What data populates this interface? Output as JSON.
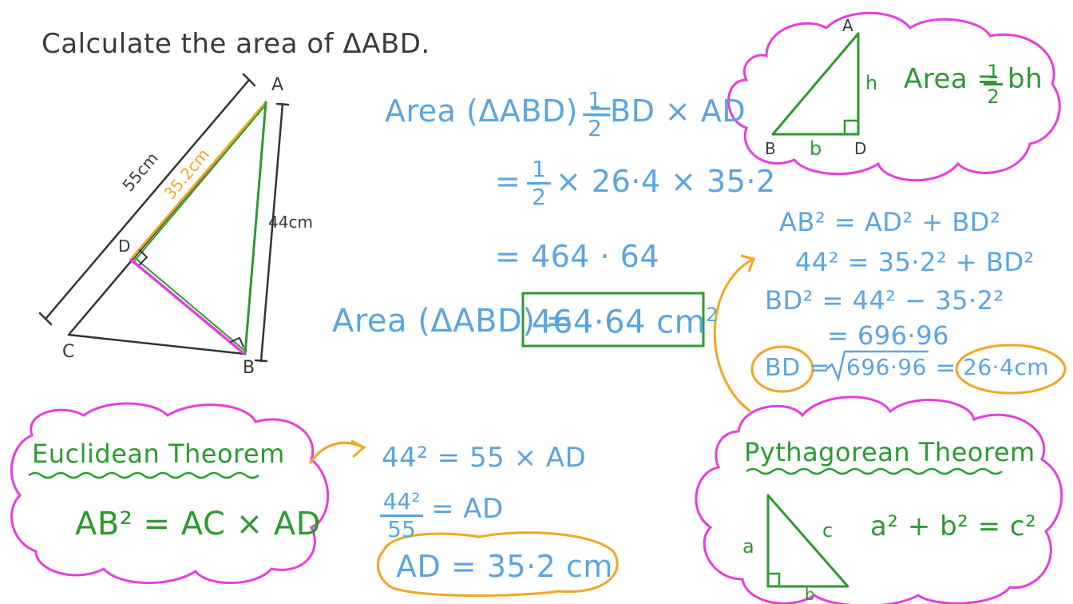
{
  "question": "Calculate the area of ΔABD.",
  "figure": {
    "labels": {
      "A": "A",
      "B": "B",
      "C": "C",
      "D": "D"
    },
    "side_AB": "55cm",
    "side_AD": "35.2cm",
    "side_AB_vertical": "44cm"
  },
  "area_work": {
    "line1_left": "Area (ΔABD) =",
    "line1_frac_num": "1",
    "line1_frac_den": "2",
    "line1_right": "BD × AD",
    "line2_eq": "=",
    "line2_frac_num": "1",
    "line2_frac_den": "2",
    "line2_right": "× 26·4 × 35·2",
    "line3": "= 464 · 64",
    "final_left": "Area (ΔABD) =",
    "final_value": "464·64 cm",
    "final_exp": "2"
  },
  "area_cloud": {
    "label_A": "A",
    "label_B": "B",
    "label_D": "D",
    "label_h": "h",
    "label_b": "b",
    "formula_left": "Area =",
    "formula_num": "1",
    "formula_den": "2",
    "formula_right": "bh"
  },
  "pythag_work": {
    "l1": "AB² = AD² + BD²",
    "l2": "44² = 35·2² + BD²",
    "l3": "BD² = 44² − 35·2²",
    "l4": "= 696·96",
    "l5_bd": "BD",
    "l5_eq": "=",
    "l5_root": "696·96",
    "l5_eq2": "=",
    "l5_ans": "26·4cm"
  },
  "euclid_cloud": {
    "title": "Euclidean Theorem",
    "formula": "AB² = AC × AD"
  },
  "euclid_work": {
    "l1": "44² = 55 × AD",
    "l2_num": "44²",
    "l2_den": "55",
    "l2_right": "= AD",
    "l3": "AD = 35·2 cm"
  },
  "pythag_cloud": {
    "title": "Pythagorean Theorem",
    "label_a": "a",
    "label_b": "b",
    "label_c": "c",
    "formula": "a² + b² = c²"
  },
  "colors": {
    "blue": "#5aa5e0",
    "green": "#2c9a30",
    "magenta": "#e83ce0",
    "orange": "#f2a51f",
    "dark": "#3a3a3a"
  }
}
